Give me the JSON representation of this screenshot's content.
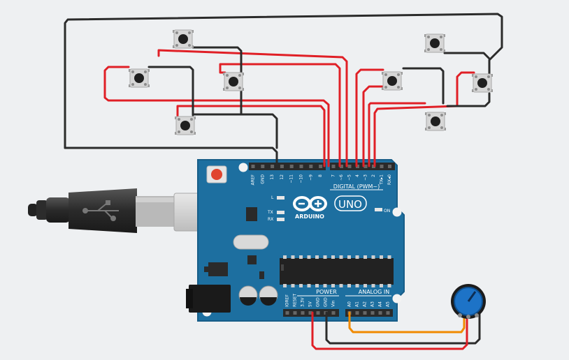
{
  "colors": {
    "background": "#eef0f2",
    "board": "#1d6fa0",
    "board_dark": "#155a85",
    "wire_red": "#e01f26",
    "wire_black": "#2b2b2b",
    "wire_orange": "#f08a00",
    "header": "#2a2a2a"
  },
  "board": {
    "brand": "ARDUINO",
    "model": "UNO",
    "digital_label": "DIGITAL (PWM~)",
    "on_label": "ON",
    "led_l": "L",
    "led_tx": "TX",
    "led_rx": "RX",
    "power_label": "POWER",
    "analog_label": "ANALOG IN",
    "top_pins_left": [
      "AREF",
      "GND",
      "13",
      "12",
      "~11",
      "~10",
      "~9",
      "8"
    ],
    "top_pins_right": [
      "7",
      "~6",
      "~5",
      "4",
      "~3",
      "2",
      "TX▸1",
      "RX◂0"
    ],
    "power_pins": [
      "IOREF",
      "RESET",
      "3.3V",
      "5V",
      "GND",
      "GND",
      "Vin"
    ],
    "analog_pins": [
      "A0",
      "A1",
      "A2",
      "A3",
      "A4",
      "A5"
    ]
  },
  "components": {
    "pushbuttons": [
      "button-1",
      "button-2",
      "button-3",
      "button-4",
      "button-5",
      "button-6",
      "button-7",
      "button-8"
    ],
    "potentiometer": "potentiometer",
    "usb_cable": "usb-b-cable"
  }
}
